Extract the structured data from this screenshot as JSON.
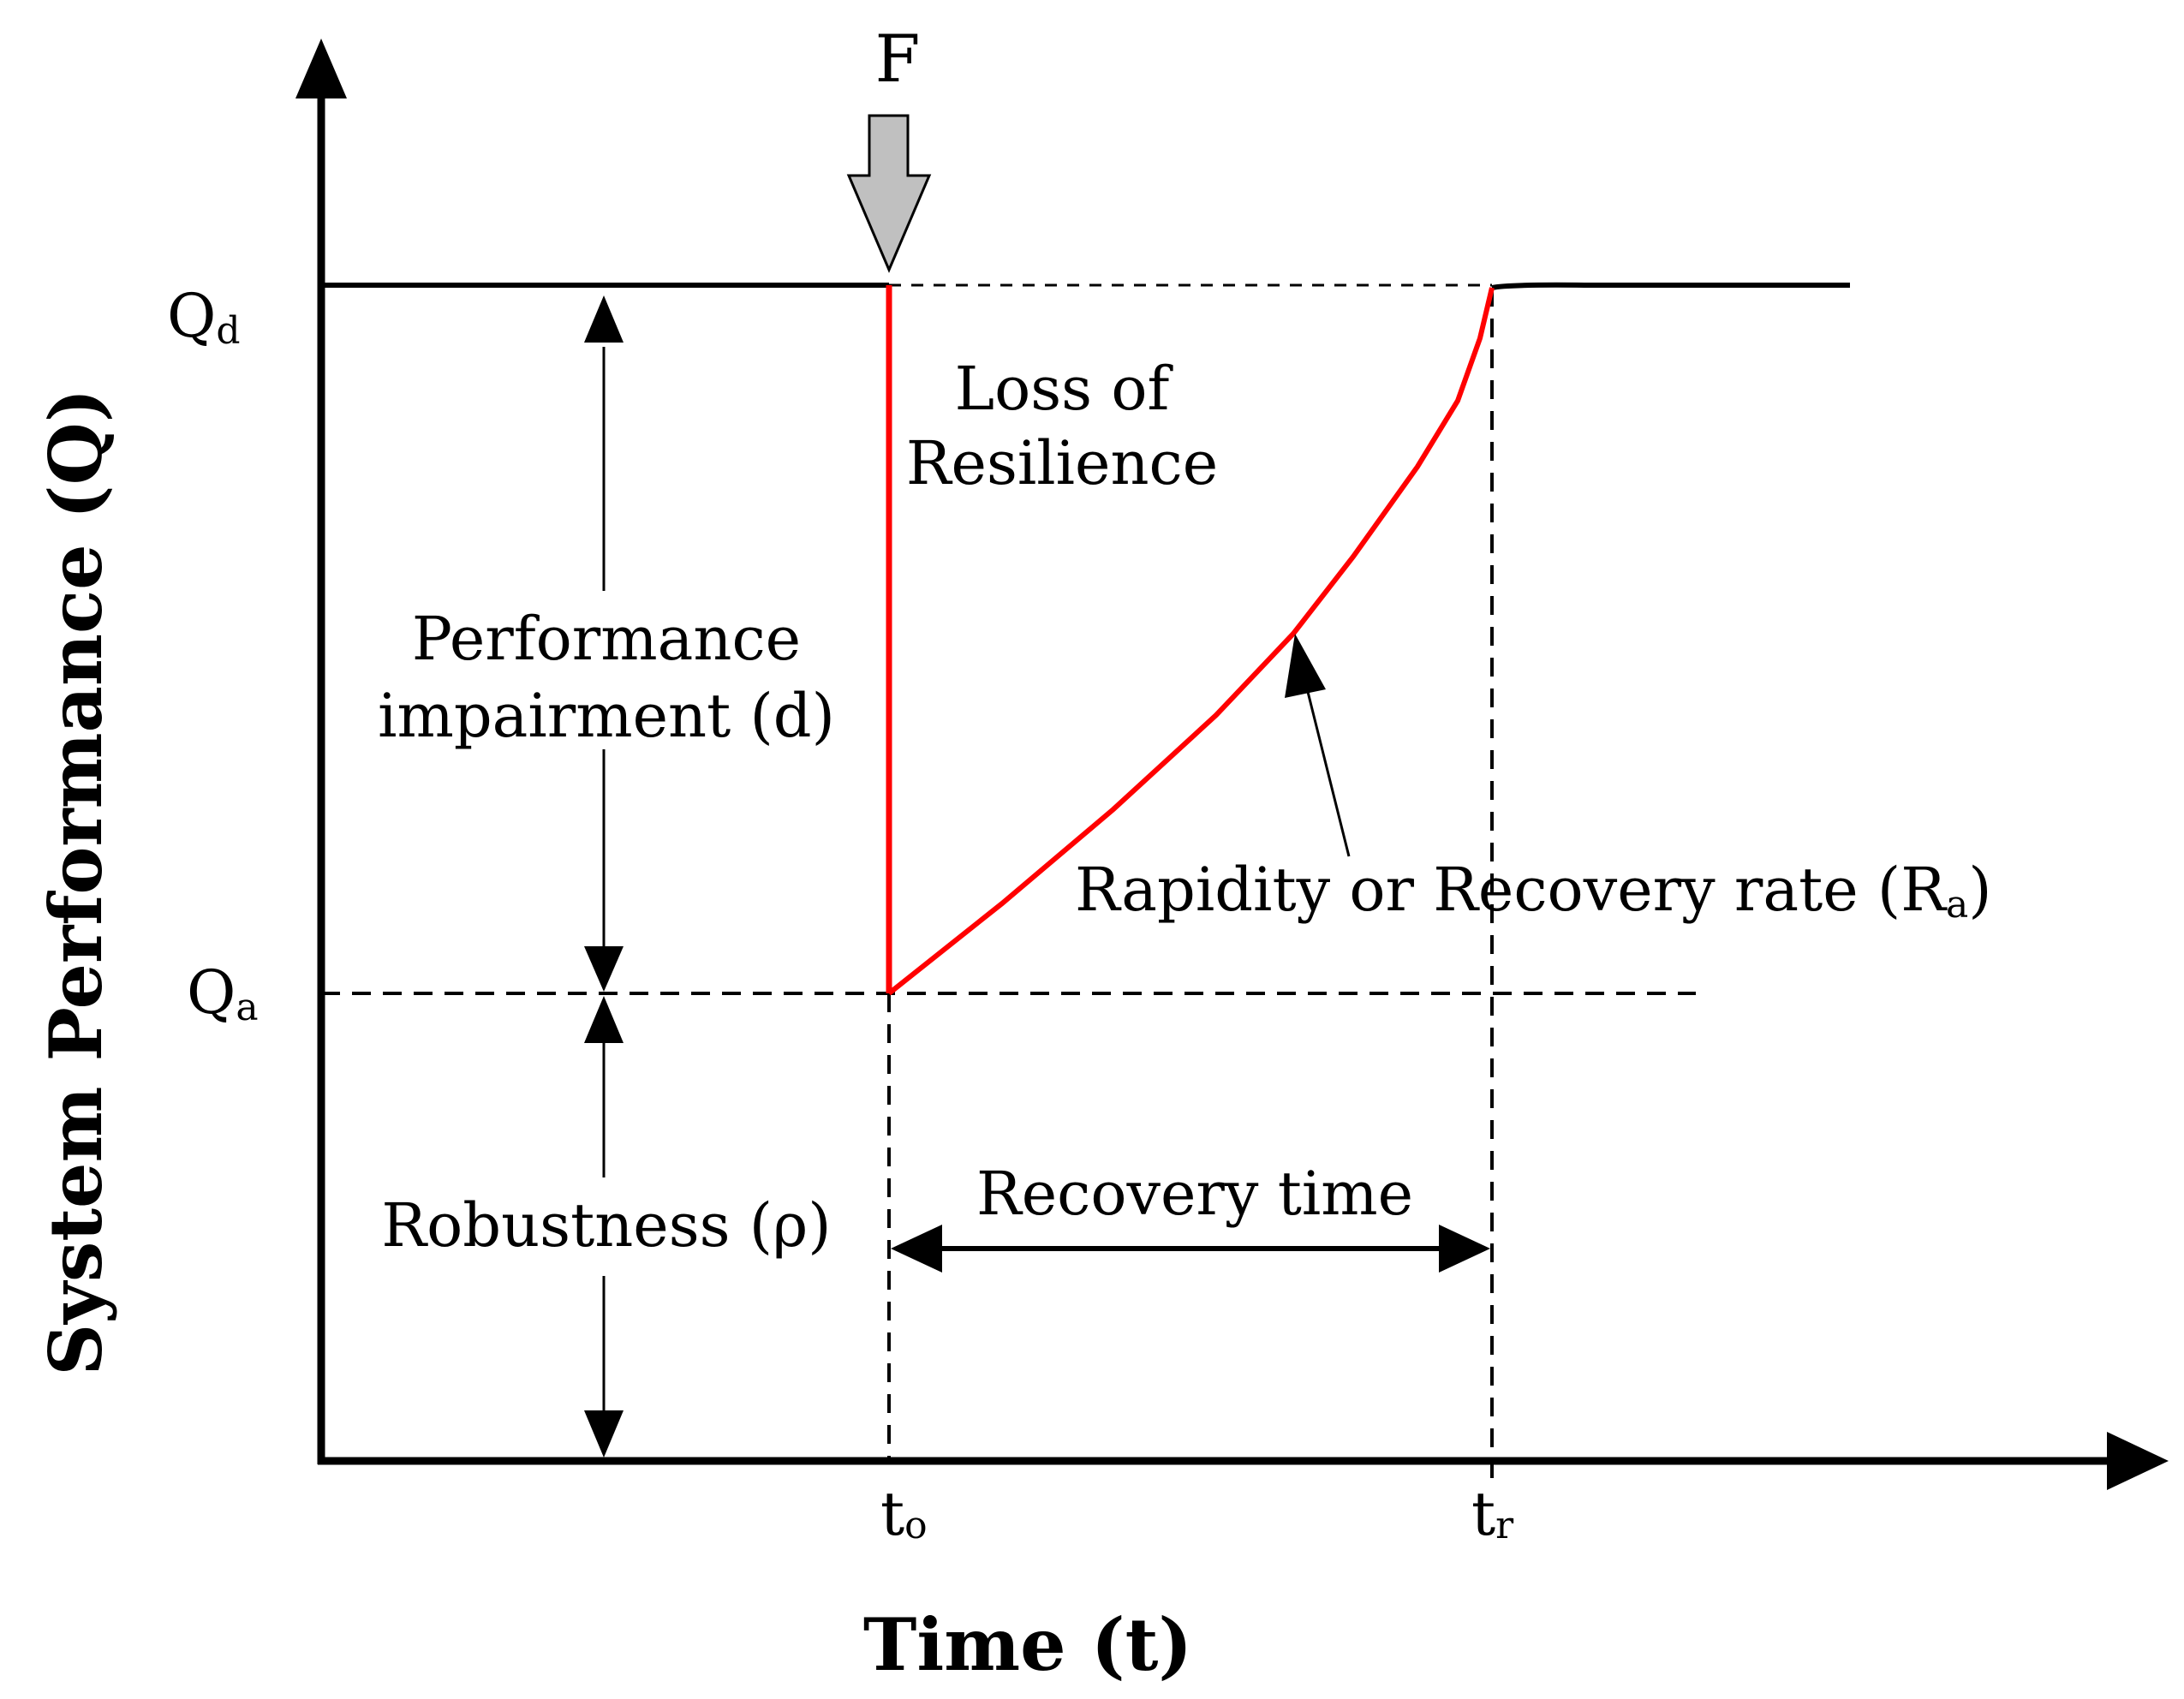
{
  "force_label": "F",
  "y_axis_title": "System Performance (Q)",
  "x_axis_title": "Time (t)",
  "y_ticks": {
    "qd_main": "Q",
    "qd_sub": "d",
    "qa_main": "Q",
    "qa_sub": "a"
  },
  "x_ticks": {
    "t0_main": "t",
    "t0_sub": "o",
    "tr_main": "t",
    "tr_sub": "r"
  },
  "annotations": {
    "loss_line1": "Loss of",
    "loss_line2": "Resilience",
    "impair_line1": "Performance",
    "impair_line2": "impairment (d)",
    "robustness": "Robustness (ρ)",
    "recovery_time": "Recovery time",
    "rapidity_main": "Rapidity or Recovery rate (R",
    "rapidity_sub": "a",
    "rapidity_close": ")"
  },
  "colors": {
    "performance_curve": "#ff0000",
    "axes": "#000000",
    "force_arrow": "#c0c0c0"
  }
}
